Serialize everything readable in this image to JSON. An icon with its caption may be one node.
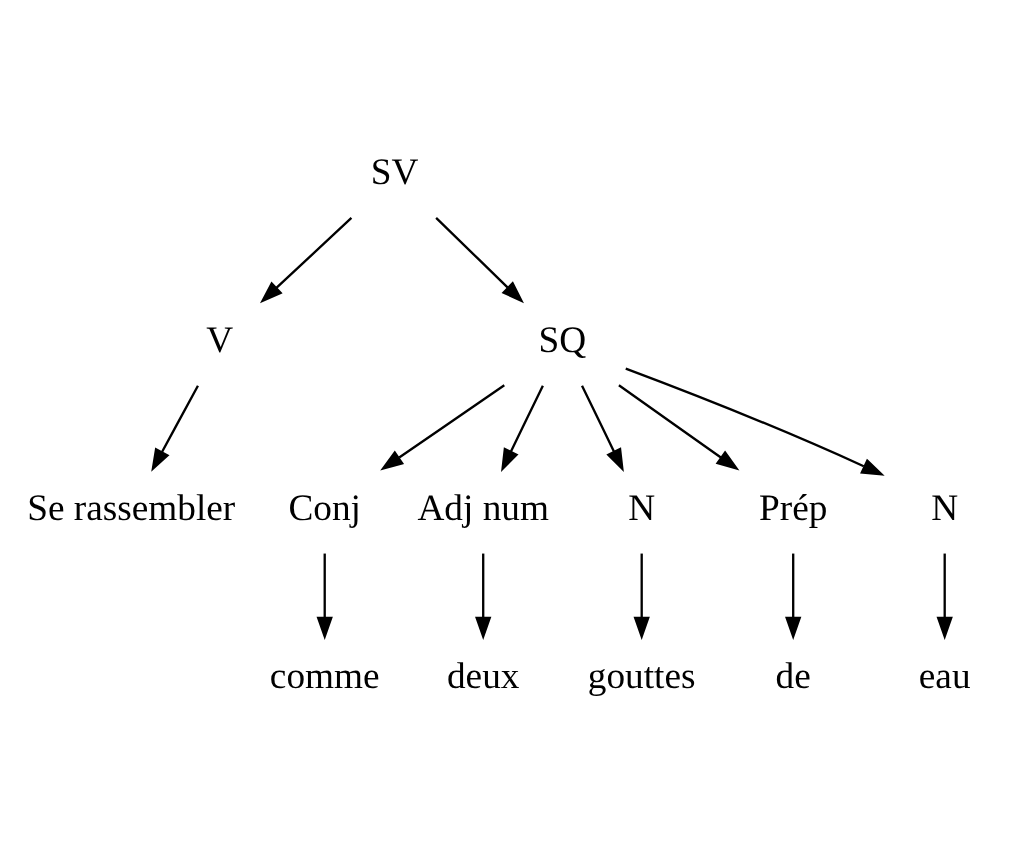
{
  "diagram": {
    "nodes": [
      {
        "text": [
          "SV"
        ]
      },
      {
        "text": [
          "V"
        ]
      },
      {
        "text": [
          "SQ"
        ]
      },
      {
        "text": [
          "Se rassembler"
        ]
      },
      {
        "text": [
          "Conj"
        ]
      },
      {
        "text": [
          "Adj num"
        ]
      },
      {
        "text": [
          "N"
        ]
      },
      {
        "text": [
          "Prép"
        ]
      },
      {
        "text": [
          "N"
        ]
      },
      {
        "text": [
          "comme"
        ]
      },
      {
        "text": [
          "deux"
        ]
      },
      {
        "text": [
          "gouttes"
        ]
      },
      {
        "text": [
          "de"
        ]
      },
      {
        "text": [
          "eau"
        ]
      }
    ],
    "edges": [
      {
        "from": 0,
        "to": 1,
        "arrow": "to"
      },
      {
        "from": 0,
        "to": 2,
        "arrow": "to"
      },
      {
        "from": 1,
        "to": 3,
        "arrow": "to"
      },
      {
        "from": 2,
        "to": 4,
        "arrow": "to"
      },
      {
        "from": 2,
        "to": 5,
        "arrow": "to"
      },
      {
        "from": 2,
        "to": 6,
        "arrow": "to"
      },
      {
        "from": 2,
        "to": 7,
        "arrow": "to"
      },
      {
        "from": 2,
        "to": 8,
        "arrow": "to"
      },
      {
        "from": 4,
        "to": 9,
        "arrow": "to"
      },
      {
        "from": 5,
        "to": 10,
        "arrow": "to"
      },
      {
        "from": 6,
        "to": 11,
        "arrow": "to"
      },
      {
        "from": 7,
        "to": 12,
        "arrow": "to"
      },
      {
        "from": 8,
        "to": 13,
        "arrow": "to"
      }
    ]
  }
}
